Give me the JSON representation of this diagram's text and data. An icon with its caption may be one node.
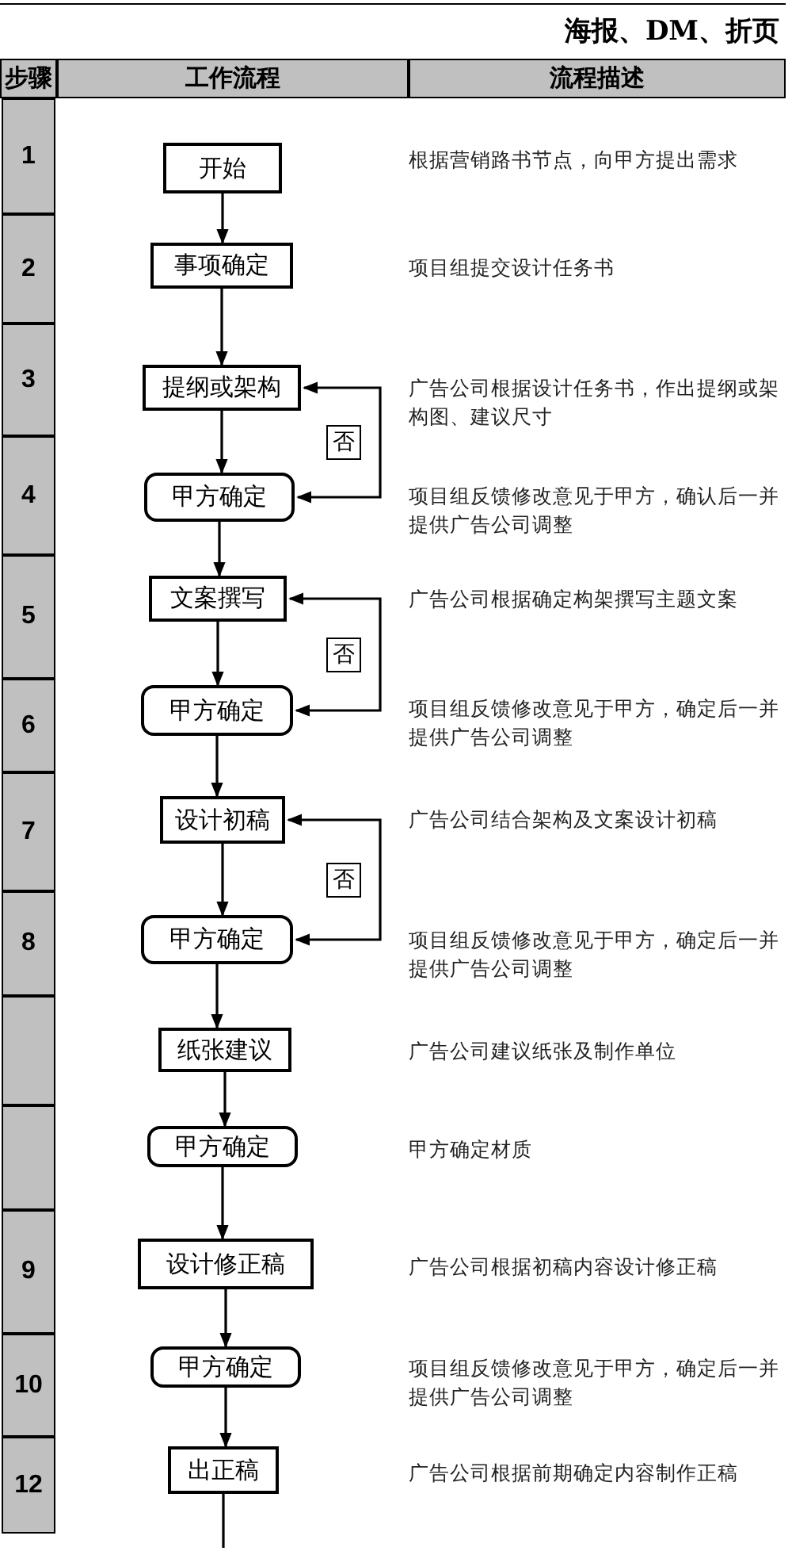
{
  "diagram": {
    "title": "海报、DM、折页",
    "nodes": [
      {
        "text": [
          "开始"
        ]
      },
      {
        "text": [
          "事项确定"
        ]
      },
      {
        "text": [
          "提纲或架构"
        ]
      },
      {
        "text": [
          "甲方确定"
        ]
      },
      {
        "text": [
          "文案撰写"
        ]
      },
      {
        "text": [
          "甲方确定"
        ]
      },
      {
        "text": [
          "设计初稿"
        ]
      },
      {
        "text": [
          "甲方确定"
        ]
      },
      {
        "text": [
          "纸张建议"
        ]
      },
      {
        "text": [
          "甲方确定"
        ]
      },
      {
        "text": [
          "设计修正稿"
        ]
      },
      {
        "text": [
          "甲方确定"
        ]
      },
      {
        "text": [
          "出正稿"
        ]
      }
    ],
    "edges": [
      {
        "from": 0,
        "to": 1,
        "arrow": "to"
      },
      {
        "from": 1,
        "to": 2,
        "arrow": "to"
      },
      {
        "from": 2,
        "to": 3,
        "arrow": "to"
      },
      {
        "from": 3,
        "to": 2,
        "arrow": "both",
        "label": "否"
      },
      {
        "from": 3,
        "to": 4,
        "arrow": "to"
      },
      {
        "from": 4,
        "to": 5,
        "arrow": "to"
      },
      {
        "from": 5,
        "to": 4,
        "arrow": "both",
        "label": "否"
      },
      {
        "from": 5,
        "to": 6,
        "arrow": "to"
      },
      {
        "from": 6,
        "to": 7,
        "arrow": "to"
      },
      {
        "from": 7,
        "to": 6,
        "arrow": "both",
        "label": "否"
      },
      {
        "from": 7,
        "to": 8,
        "arrow": "to"
      },
      {
        "from": 8,
        "to": 9,
        "arrow": "to"
      },
      {
        "from": 9,
        "to": 10,
        "arrow": "to"
      },
      {
        "from": 10,
        "to": 11,
        "arrow": "to"
      },
      {
        "from": 11,
        "to": 12,
        "arrow": "to"
      },
      {
        "from": 12,
        "to": null,
        "arrow": "none"
      }
    ],
    "labels": [
      "步骤",
      "工作流程",
      "流程描述",
      "1",
      "根据营销路书节点，向甲方提出需求",
      "2",
      "项目组提交设计任务书",
      "3",
      "广告公司根据设计任务书，作出提纲或架构图、建议尺寸",
      "4",
      "项目组反馈修改意见于甲方，确认后一并提供广告公司调整",
      "5",
      "广告公司根据确定构架撰写主题文案",
      "6",
      "项目组反馈修改意见于甲方，确定后一并提供广告公司调整",
      "7",
      "广告公司结合架构及文案设计初稿",
      "8",
      "项目组反馈修改意见于甲方，确定后一并提供广告公司调整",
      "广告公司建议纸张及制作单位",
      "甲方确定材质",
      "9",
      "广告公司根据初稿内容设计修正稿",
      "10",
      "项目组反馈修改意见于甲方，确定后一并提供广告公司调整",
      "12",
      "广告公司根据前期确定内容制作正稿"
    ]
  }
}
